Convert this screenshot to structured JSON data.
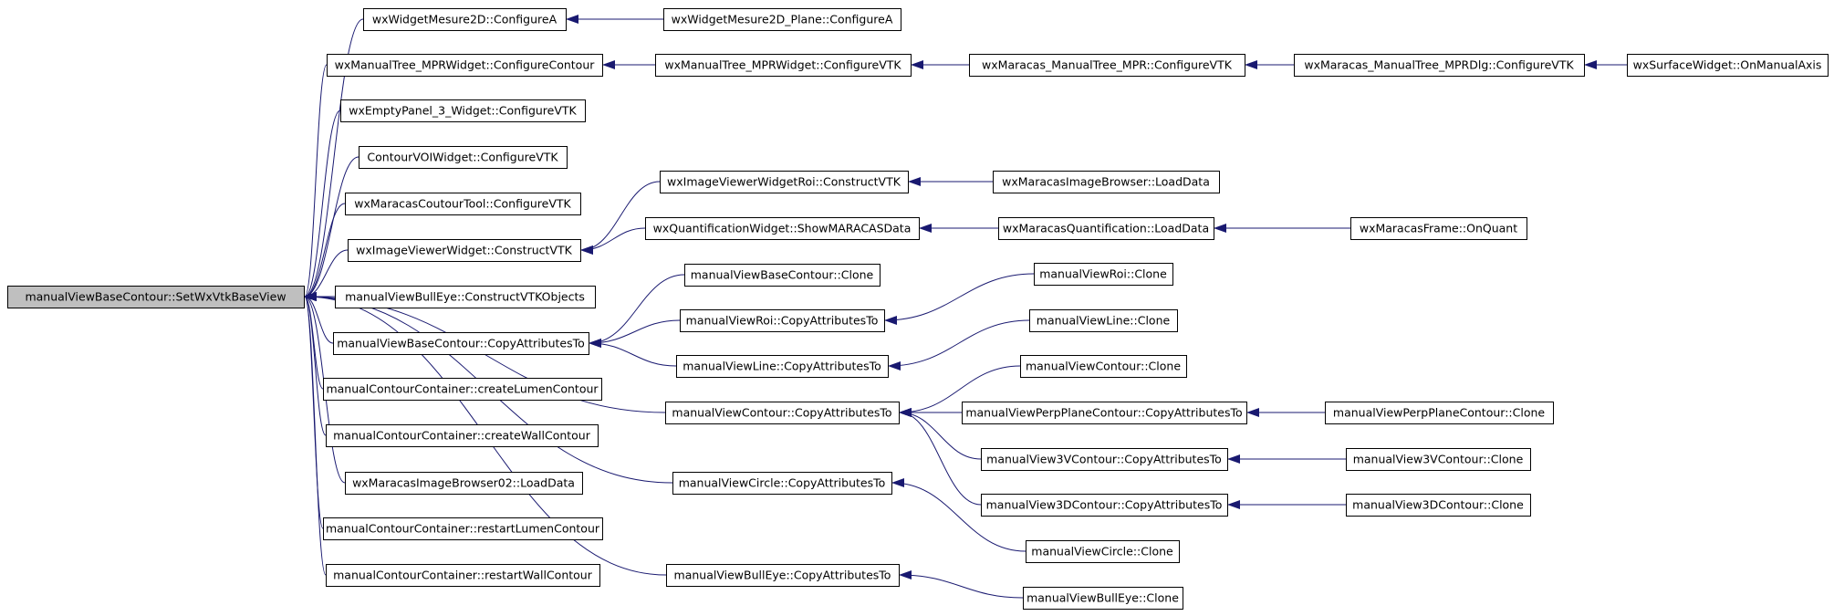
{
  "colors": {
    "edge": "#191970",
    "node_fill": "#ffffff",
    "root_fill": "#bfbfbf",
    "node_border": "#000000",
    "text": "#000000"
  },
  "nodes": {
    "root": "manualViewBaseContour::SetWxVtkBaseView",
    "wm2d_conf": "wxWidgetMesure2D::ConfigureA",
    "wm2dp_conf": "wxWidgetMesure2D_Plane::ConfigureA",
    "mt_confcont": "wxManualTree_MPRWidget::ConfigureContour",
    "mt_confvtk": "wxManualTree_MPRWidget::ConfigureVTK",
    "mmt_confvtk": "wxMaracas_ManualTree_MPR::ConfigureVTK",
    "mmtdlg_confvtk": "wxMaracas_ManualTree_MPRDlg::ConfigureVTK",
    "surf_onmanual": "wxSurfaceWidget::OnManualAxis",
    "empty_confvtk": "wxEmptyPanel_3_Widget::ConfigureVTK",
    "voi_confvtk": "ContourVOIWidget::ConfigureVTK",
    "coutour_confvtk": "wxMaracasCoutourTool::ConfigureVTK",
    "ivroi_construct": "wxImageViewerWidgetRoi::ConstructVTK",
    "mib_load": "wxMaracasImageBrowser::LoadData",
    "iv_construct": "wxImageViewerWidget::ConstructVTK",
    "qw_show": "wxQuantificationWidget::ShowMARACASData",
    "mq_load": "wxMaracasQuantification::LoadData",
    "mf_onquant": "wxMaracasFrame::OnQuant",
    "be_construct": "manualViewBullEye::ConstructVTKObjects",
    "vbc_clone": "manualViewBaseContour::Clone",
    "vbc_copy": "manualViewBaseContour::CopyAttributesTo",
    "vroi_copy": "manualViewRoi::CopyAttributesTo",
    "vroi_clone": "manualViewRoi::Clone",
    "vline_copy": "manualViewLine::CopyAttributesTo",
    "vline_clone": "manualViewLine::Clone",
    "vcont_copy": "manualViewContour::CopyAttributesTo",
    "vcont_clone": "manualViewContour::Clone",
    "vpp_copy": "manualViewPerpPlaneContour::CopyAttributesTo",
    "vpp_clone": "manualViewPerpPlaneContour::Clone",
    "v3v_copy": "manualView3VContour::CopyAttributesTo",
    "v3v_clone": "manualView3VContour::Clone",
    "v3d_copy": "manualView3DContour::CopyAttributesTo",
    "v3d_clone": "manualView3DContour::Clone",
    "vcirc_copy": "manualViewCircle::CopyAttributesTo",
    "vcirc_clone": "manualViewCircle::Clone",
    "vbe_copy": "manualViewBullEye::CopyAttributesTo",
    "vbe_clone": "manualViewBullEye::Clone",
    "cc_lumen": "manualContourContainer::createLumenContour",
    "cc_wall": "manualContourContainer::createWallContour",
    "mib02_load": "wxMaracasImageBrowser02::LoadData",
    "cc_rlumen": "manualContourContainer::restartLumenContour",
    "cc_rwall": "manualContourContainer::restartWallContour"
  },
  "edges": [
    [
      "wm2d_conf",
      "root"
    ],
    [
      "mt_confcont",
      "root"
    ],
    [
      "empty_confvtk",
      "root"
    ],
    [
      "voi_confvtk",
      "root"
    ],
    [
      "coutour_confvtk",
      "root"
    ],
    [
      "iv_construct",
      "root"
    ],
    [
      "be_construct",
      "root"
    ],
    [
      "vbc_copy",
      "root"
    ],
    [
      "cc_lumen",
      "root"
    ],
    [
      "cc_wall",
      "root"
    ],
    [
      "mib02_load",
      "root"
    ],
    [
      "cc_rlumen",
      "root"
    ],
    [
      "cc_rwall",
      "root"
    ],
    [
      "vcont_copy",
      "root"
    ],
    [
      "vcirc_copy",
      "root"
    ],
    [
      "vbe_copy",
      "root"
    ],
    [
      "wm2dp_conf",
      "wm2d_conf"
    ],
    [
      "mt_confvtk",
      "mt_confcont"
    ],
    [
      "mmt_confvtk",
      "mt_confvtk"
    ],
    [
      "mmtdlg_confvtk",
      "mmt_confvtk"
    ],
    [
      "surf_onmanual",
      "mmtdlg_confvtk"
    ],
    [
      "ivroi_construct",
      "iv_construct"
    ],
    [
      "qw_show",
      "iv_construct"
    ],
    [
      "mib_load",
      "ivroi_construct"
    ],
    [
      "mq_load",
      "qw_show"
    ],
    [
      "mf_onquant",
      "mq_load"
    ],
    [
      "vbc_clone",
      "vbc_copy"
    ],
    [
      "vroi_copy",
      "vbc_copy"
    ],
    [
      "vline_copy",
      "vbc_copy"
    ],
    [
      "vroi_clone",
      "vroi_copy"
    ],
    [
      "vline_clone",
      "vline_copy"
    ],
    [
      "vcont_clone",
      "vcont_copy"
    ],
    [
      "vpp_copy",
      "vcont_copy"
    ],
    [
      "v3v_copy",
      "vcont_copy"
    ],
    [
      "v3d_copy",
      "vcont_copy"
    ],
    [
      "vpp_clone",
      "vpp_copy"
    ],
    [
      "v3v_clone",
      "v3v_copy"
    ],
    [
      "v3d_clone",
      "v3d_copy"
    ],
    [
      "vcirc_clone",
      "vcirc_copy"
    ],
    [
      "vbe_clone",
      "vbe_copy"
    ]
  ]
}
